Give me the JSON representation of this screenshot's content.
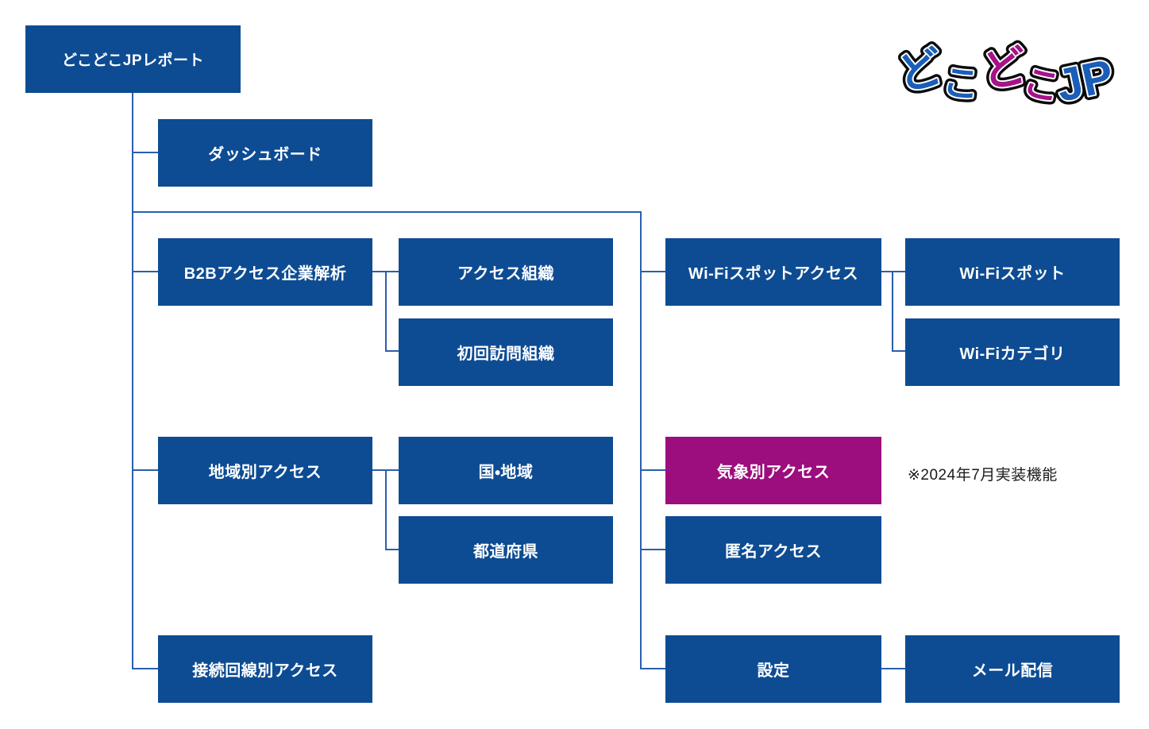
{
  "root": {
    "label": "どこどこJPレポート"
  },
  "logo": {
    "name": "どこどこJP",
    "chars": [
      "ど",
      "こ",
      "ど",
      "こ",
      "JP"
    ],
    "colors": {
      "blue": "#1a5eb8",
      "magenta": "#a51289",
      "outline": "#0b0b0b"
    }
  },
  "nodes": {
    "dashboard": "ダッシュボード",
    "b2b": "B2Bアクセス企業解析",
    "access_org": "アクセス組織",
    "first_visit_org": "初回訪問組織",
    "region": "地域別アクセス",
    "country_region": "国・地域",
    "prefecture": "都道府県",
    "connection_line": "接続回線別アクセス",
    "wifi_spot_access": "Wi-Fiスポットアクセス",
    "wifi_spot": "Wi-Fiスポット",
    "wifi_category": "Wi-Fiカテゴリ",
    "weather_access": "気象別アクセス",
    "anonymous_access": "匿名アクセス",
    "settings": "設定",
    "mail_delivery": "メール配信"
  },
  "annotation": {
    "weather_note": "※2024年7月実装機能"
  },
  "colors": {
    "box_blue": "#0d4c93",
    "box_magenta": "#9c0d7d",
    "connector_blue": "#2a5fad",
    "note_text": "#1b1b1b",
    "box_text": "#ffffff",
    "background": "#ffffff"
  }
}
